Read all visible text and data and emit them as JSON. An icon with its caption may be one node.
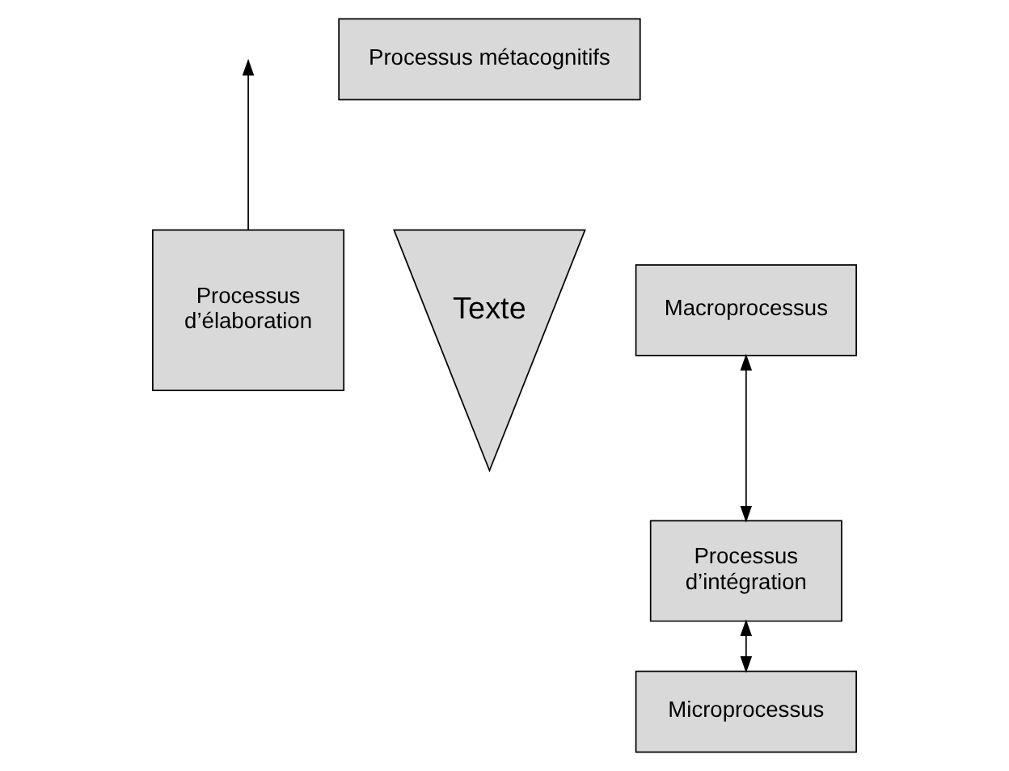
{
  "diagram": {
    "nodes": [
      {
        "text": [
          "Processus métacognitifs"
        ]
      },
      {
        "text": [
          "Processus d’élaboration"
        ]
      },
      {
        "text": [
          "Texte"
        ]
      },
      {
        "text": [
          "Macroprocessus"
        ]
      },
      {
        "text": [
          "Processus d’intégration"
        ]
      },
      {
        "text": [
          "Microprocessus"
        ]
      }
    ],
    "edges": [
      {
        "from": 1,
        "to": null,
        "arrow": "to"
      },
      {
        "from": 3,
        "to": 4,
        "arrow": "both"
      },
      {
        "from": 4,
        "to": 5,
        "arrow": "both"
      }
    ]
  }
}
